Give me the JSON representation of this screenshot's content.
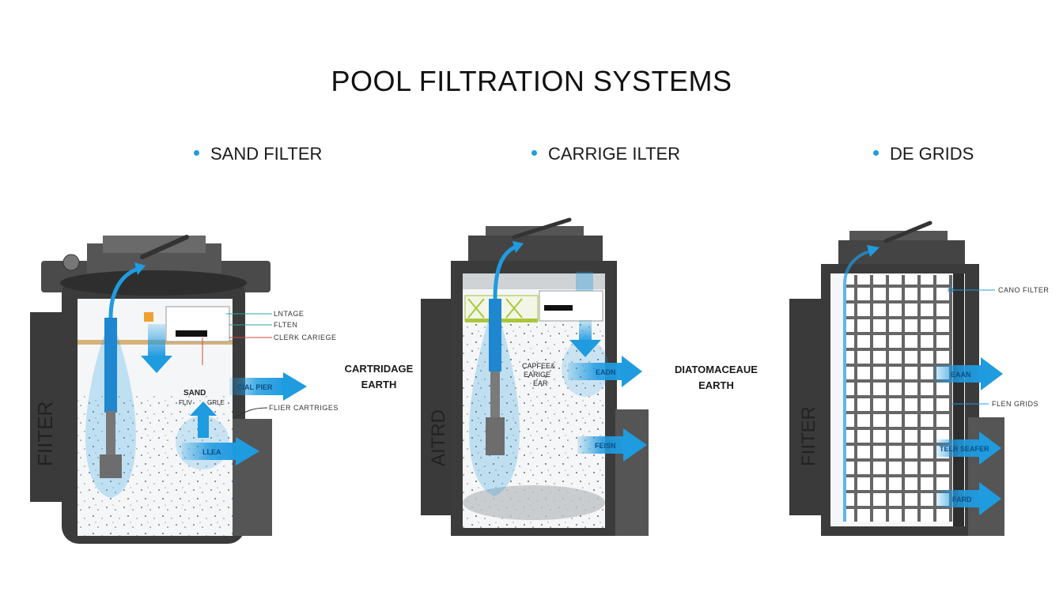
{
  "title": "POOL FILTRATION SYSTEMS",
  "accent_color": "#1f9be0",
  "panels": [
    {
      "heading": "SAND FILTER",
      "side_text": "FIITER",
      "callouts": [
        "LNTAGE",
        "FLTEN",
        "CLERK CARIEGE",
        "FLIER CARTRIGES"
      ],
      "inner_labels": {
        "sand_line1": "SAND",
        "sand_line2": "FLIV",
        "sand_line3": "GRLE"
      },
      "arrows": [
        "CIAL PIER",
        "LLEA"
      ]
    },
    {
      "heading": "CARRIGE ILTER",
      "side_text": "AITRD",
      "inner_labels": {
        "line1": "CAPFEE&",
        "line2": "EARIGE",
        "line3": "EAR"
      },
      "arrows": [
        "EADN",
        "FEISN"
      ]
    },
    {
      "heading": "DE GRIDS",
      "side_text": "FIITER",
      "callouts": [
        "CANO FILTER",
        "FLEN GRIDS"
      ],
      "arrows": [
        "EAAN",
        "TELR SEAFER",
        "FARD"
      ]
    }
  ],
  "between_labels": [
    {
      "line1": "CARTRIDAGE",
      "line2": "EARTH"
    },
    {
      "line1": "DIATOMACEAUE",
      "line2": "EARTH"
    }
  ]
}
